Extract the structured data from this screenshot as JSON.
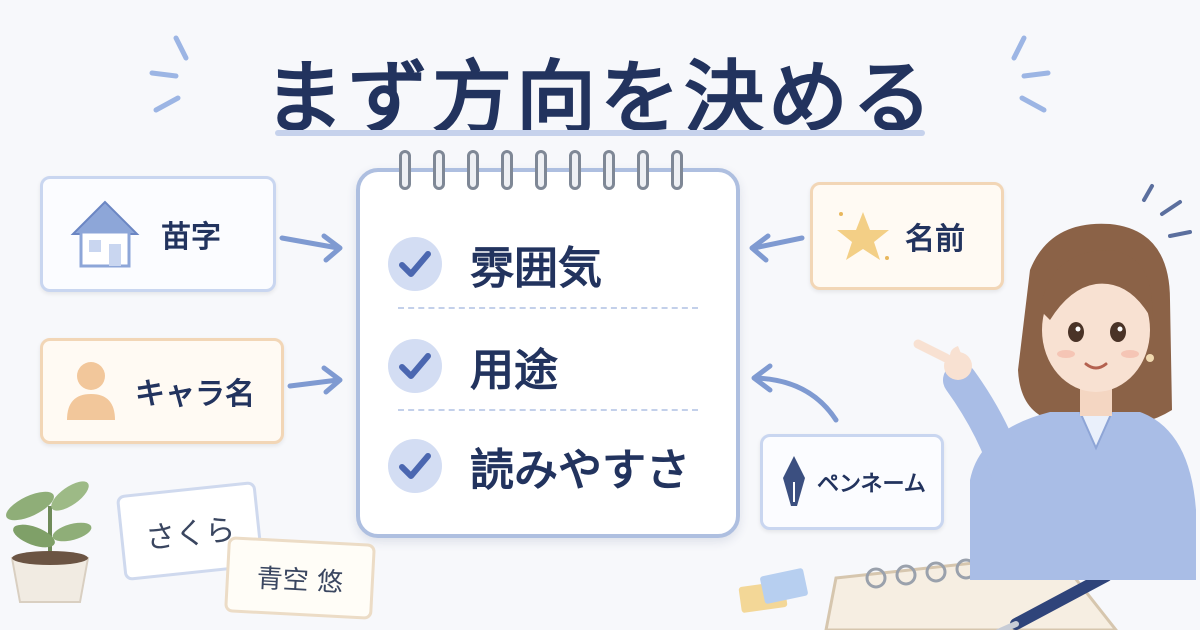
{
  "title": "まず方向を決める",
  "cards": {
    "myoji": "苗字",
    "namae": "名前",
    "chara": "キャラ名",
    "penname": "ペンネーム"
  },
  "checklist": [
    "雰囲気",
    "用途",
    "読みやすさ"
  ],
  "name_tags": [
    "さくら",
    "青空 悠"
  ],
  "colors": {
    "title": "#22335e",
    "accent_blue": "#c9d6f0",
    "accent_peach": "#f2d6b6",
    "check": "#4b67b0"
  },
  "icons": [
    "house-icon",
    "star-icon",
    "person-icon",
    "fountain-pen-icon",
    "checkmark-icon"
  ]
}
